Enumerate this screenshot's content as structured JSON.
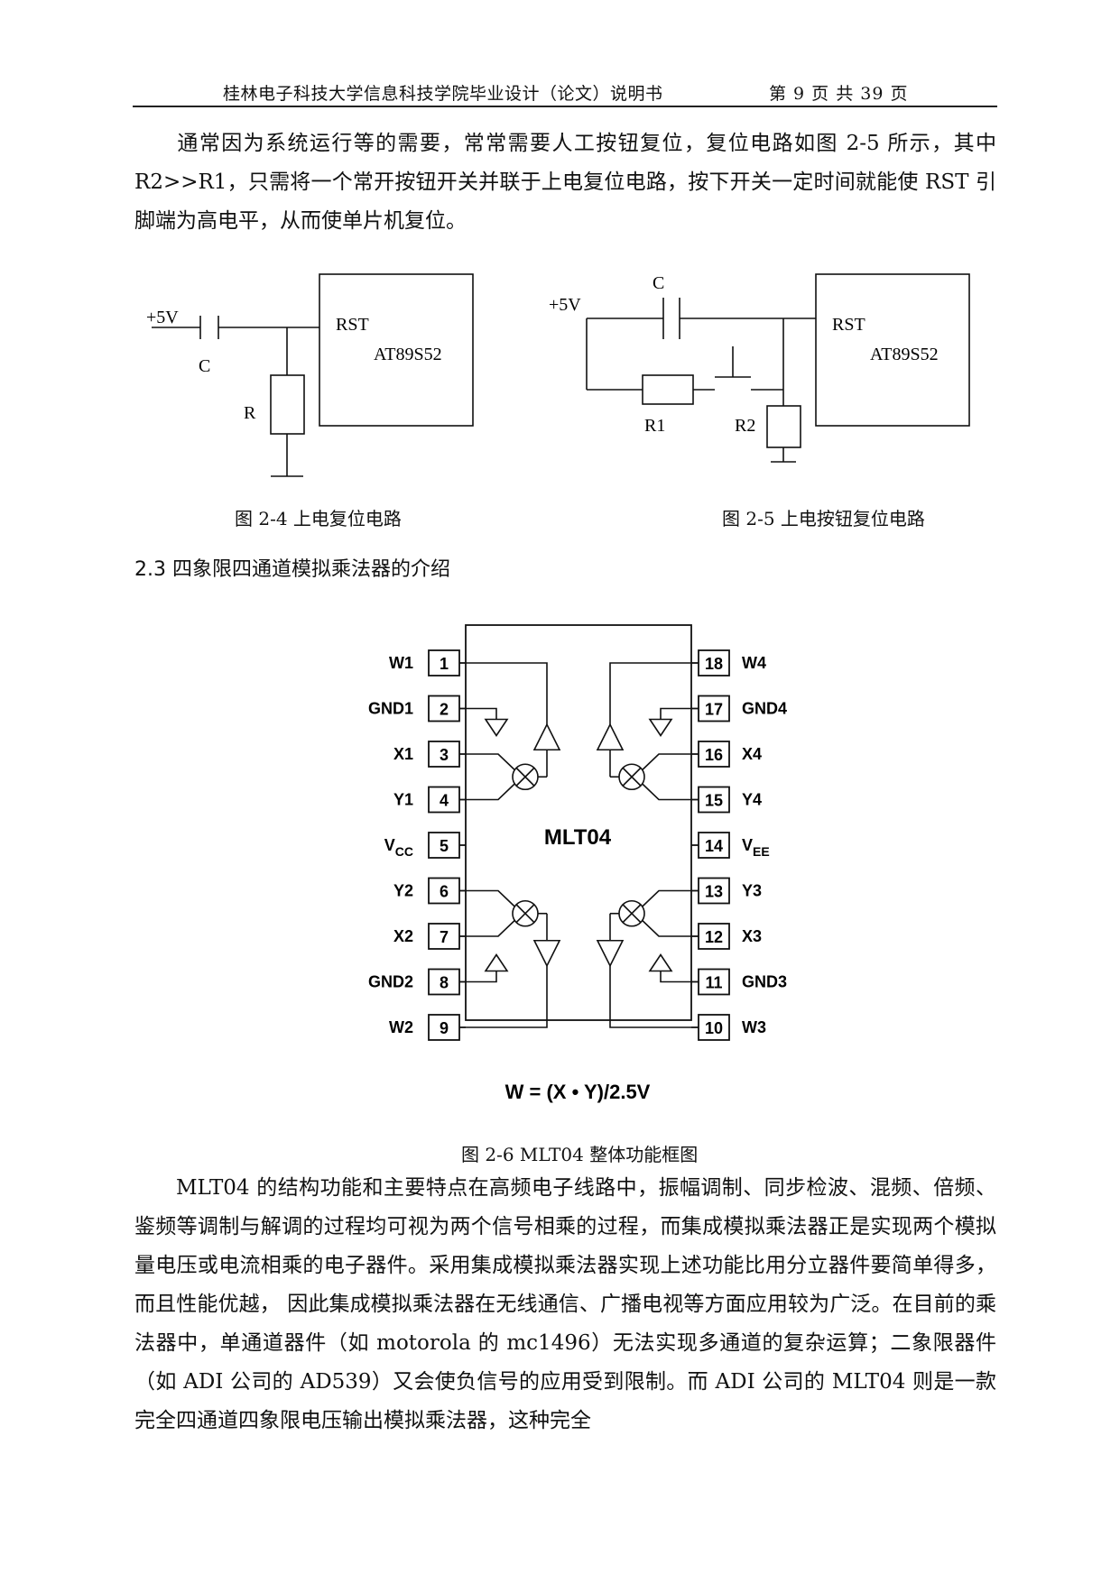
{
  "header": {
    "title": "桂林电子科技大学信息科技学院毕业设计（论文）说明书",
    "page_info": "第 9 页 共 39 页"
  },
  "paragraph1": "通常因为系统运行等的需要，常常需要人工按钮复位，复位电路如图 2-5 所示，其中 R2>>R1，只需将一个常开按钮开关并联于上电复位电路，按下开关一定时间就能使 RST 引脚端为高电平，从而使单片机复位。",
  "fig24": {
    "vcc": "+5V",
    "cap": "C",
    "res": "R",
    "pin": "RST",
    "chip": "AT89S52",
    "caption": "图 2-4  上电复位电路"
  },
  "fig25": {
    "vcc": "+5V",
    "cap": "C",
    "r1": "R1",
    "r2": "R2",
    "pin": "RST",
    "chip": "AT89S52",
    "caption": "图 2-5  上电按钮复位电路"
  },
  "section_heading": "2.3  四象限四通道模拟乘法器的介绍",
  "fig26": {
    "chip_name": "MLT04",
    "left_pins": [
      {
        "num": "1",
        "name": "W1"
      },
      {
        "num": "2",
        "name": "GND1"
      },
      {
        "num": "3",
        "name": "X1"
      },
      {
        "num": "4",
        "name": "Y1"
      },
      {
        "num": "5",
        "name": "V",
        "sub": "CC"
      },
      {
        "num": "6",
        "name": "Y2"
      },
      {
        "num": "7",
        "name": "X2"
      },
      {
        "num": "8",
        "name": "GND2"
      },
      {
        "num": "9",
        "name": "W2"
      }
    ],
    "right_pins": [
      {
        "num": "18",
        "name": "W4"
      },
      {
        "num": "17",
        "name": "GND4"
      },
      {
        "num": "16",
        "name": "X4"
      },
      {
        "num": "15",
        "name": "Y4"
      },
      {
        "num": "14",
        "name": "V",
        "sub": "EE"
      },
      {
        "num": "13",
        "name": "Y3"
      },
      {
        "num": "12",
        "name": "X3"
      },
      {
        "num": "11",
        "name": "GND3"
      },
      {
        "num": "10",
        "name": "W3"
      }
    ],
    "formula": "W = (X • Y)/2.5V",
    "caption": "图 2-6     MLT04 整体功能框图"
  },
  "paragraph2": "MLT04 的结构功能和主要特点在高频电子线路中，振幅调制、同步检波、混频、倍频、鉴频等调制与解调的过程均可视为两个信号相乘的过程，而集成模拟乘法器正是实现两个模拟量电压或电流相乘的电子器件。采用集成模拟乘法器实现上述功能比用分立器件要简单得多，而且性能优越，  因此集成模拟乘法器在无线通信、广播电视等方面应用较为广泛。在目前的乘法器中，单通道器件（如 motorola 的 mc1496）无法实现多通道的复杂运算；二象限器件（如 ADI 公司的 AD539）又会使负信号的应用受到限制。而 ADI 公司的 MLT04 则是一款完全四通道四象限电压输出模拟乘法器，这种完全"
}
